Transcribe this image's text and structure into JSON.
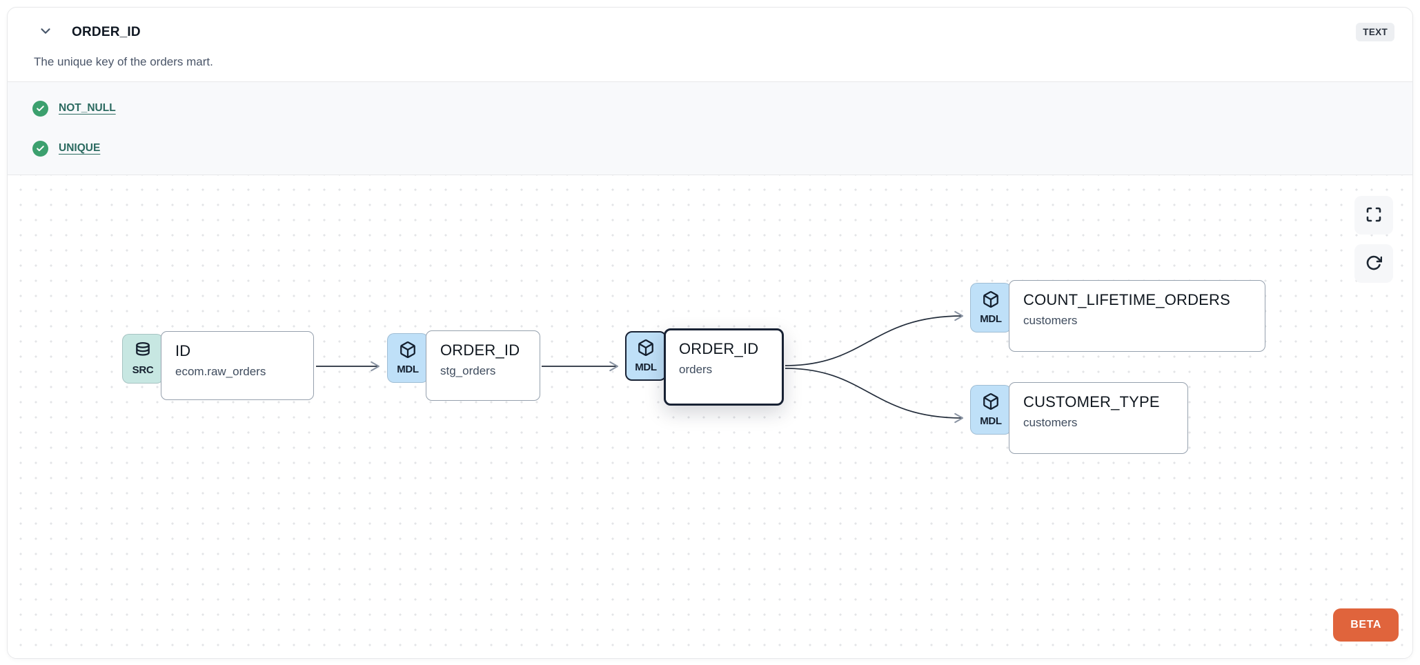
{
  "header": {
    "title": "ORDER_ID",
    "type_badge": "TEXT",
    "description": "The unique key of the orders mart."
  },
  "tests": [
    {
      "label": "NOT_NULL",
      "status": "pass"
    },
    {
      "label": "UNIQUE",
      "status": "pass"
    }
  ],
  "lineage": {
    "nodes": {
      "source_id": {
        "badge": "SRC",
        "title": "ID",
        "subtitle": "ecom.raw_orders",
        "selected": false
      },
      "stg_order_id": {
        "badge": "MDL",
        "title": "ORDER_ID",
        "subtitle": "stg_orders",
        "selected": false
      },
      "orders_order_id": {
        "badge": "MDL",
        "title": "ORDER_ID",
        "subtitle": "orders",
        "selected": true
      },
      "count_lifetime_orders": {
        "badge": "MDL",
        "title": "COUNT_LIFETIME_ORDERS",
        "subtitle": "customers",
        "selected": false
      },
      "customer_type": {
        "badge": "MDL",
        "title": "CUSTOMER_TYPE",
        "subtitle": "customers",
        "selected": false
      }
    },
    "edges": [
      {
        "from": "source_id",
        "to": "stg_order_id"
      },
      {
        "from": "stg_order_id",
        "to": "orders_order_id"
      },
      {
        "from": "orders_order_id",
        "to": "count_lifetime_orders"
      },
      {
        "from": "orders_order_id",
        "to": "customer_type"
      }
    ],
    "beta_label": "BETA"
  },
  "colors": {
    "test_pass_green": "#3ca06e",
    "test_link_teal": "#2b6a60",
    "src_badge_bg": "#c7e7e2",
    "mdl_badge_bg": "#bfe0f8",
    "selected_border": "#182234",
    "beta_orange": "#e0643c",
    "tests_section_bg": "#f8f9fb"
  }
}
